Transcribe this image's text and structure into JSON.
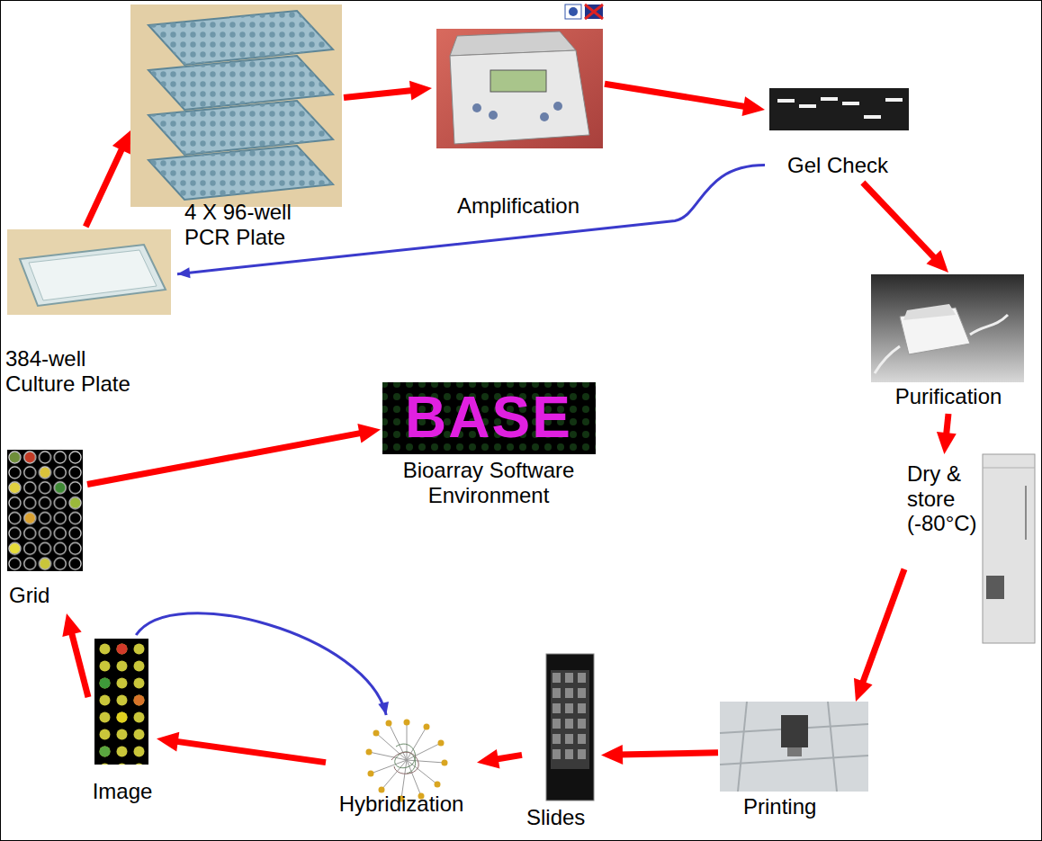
{
  "diagram": {
    "nodes": [
      {
        "text": [
          "384-well Culture Plate"
        ]
      },
      {
        "text": [
          "4 X 96-well PCR Plate"
        ]
      },
      {
        "text": [
          "Amplification"
        ]
      },
      {
        "text": [
          "Gel Check"
        ]
      },
      {
        "text": [
          "Purification"
        ]
      },
      {
        "text": [
          "Dry & store (-80°C)"
        ]
      },
      {
        "text": [
          "Printing"
        ]
      },
      {
        "text": [
          "Slides"
        ]
      },
      {
        "text": [
          "Hybridization"
        ]
      },
      {
        "text": [
          "Image"
        ]
      },
      {
        "text": [
          "Grid"
        ]
      },
      {
        "text": [
          "BASE",
          "Bioarray Software Environment"
        ]
      }
    ],
    "edges": [
      {
        "from": 0,
        "to": 1,
        "arrow": "to"
      },
      {
        "from": 1,
        "to": 2,
        "arrow": "to"
      },
      {
        "from": 2,
        "to": 3,
        "arrow": "to"
      },
      {
        "from": 3,
        "to": 4,
        "arrow": "to"
      },
      {
        "from": 4,
        "to": 5,
        "arrow": "to"
      },
      {
        "from": 5,
        "to": 6,
        "arrow": "to"
      },
      {
        "from": 6,
        "to": 7,
        "arrow": "to"
      },
      {
        "from": 7,
        "to": 8,
        "arrow": "to"
      },
      {
        "from": 8,
        "to": 9,
        "arrow": "to"
      },
      {
        "from": 9,
        "to": 10,
        "arrow": "to"
      },
      {
        "from": 10,
        "to": 11,
        "arrow": "to"
      },
      {
        "from": 3,
        "to": 0,
        "arrow": "to"
      },
      {
        "from": 9,
        "to": 8,
        "arrow": "to"
      }
    ]
  }
}
